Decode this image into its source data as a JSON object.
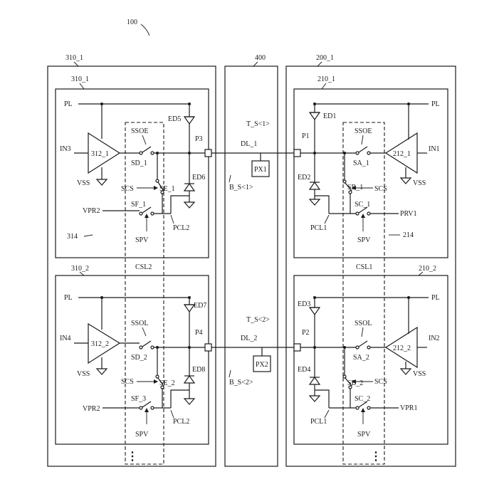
{
  "figure_ref": "100",
  "blocks": {
    "left_outer": "310_1",
    "right_outer": "200_1",
    "middle": "400",
    "left_top": "310_1",
    "left_bottom": "310_2",
    "right_top": "210_1",
    "right_bottom": "210_2"
  },
  "labels": {
    "pl": "PL",
    "vss": "VSS",
    "ssoe": "SSOE",
    "ssol": "SSOL",
    "scs": "SCS",
    "spv": "SPV",
    "vpr2": "VPR2",
    "vpr1": "VPR1",
    "prv1": "PRV1",
    "pcl1": "PCL1",
    "pcl2": "PCL2",
    "csl1": "CSL1",
    "csl2": "CSL2",
    "ref_314": "314",
    "ref_214": "214",
    "ellipsis": "⋮"
  },
  "left_top": {
    "input": "IN3",
    "amp": "312_1",
    "switch_d": "SD_1",
    "switch_e": "SE_1",
    "switch_f": "SF_1",
    "diode_top": "ED5",
    "diode_bot": "ED6",
    "pad": "P3"
  },
  "left_bottom": {
    "input": "IN4",
    "amp": "312_2",
    "switch_d": "SD_2",
    "switch_e": "SE_2",
    "switch_f": "SF_3",
    "diode_top": "ED7",
    "diode_bot": "ED8",
    "pad": "P4"
  },
  "right_top": {
    "input": "IN1",
    "amp": "212_1",
    "switch_a": "SA_1",
    "switch_b": "SB_1",
    "switch_c": "SC_1",
    "diode_top": "ED1",
    "diode_bot": "ED2",
    "pad": "P1"
  },
  "right_bottom": {
    "input": "IN2",
    "amp": "212_2",
    "switch_a": "SA_2",
    "switch_b": "SB_2",
    "switch_c": "SC_2",
    "diode_top": "ED3",
    "diode_bot": "ED4",
    "pad": "P2"
  },
  "panel": {
    "row1": {
      "t": "T_S<1>",
      "dl": "DL_1",
      "b": "B_S<1>",
      "px": "PX1"
    },
    "row2": {
      "t": "T_S<2>",
      "dl": "DL_2",
      "b": "B_S<2>",
      "px": "PX2"
    }
  }
}
